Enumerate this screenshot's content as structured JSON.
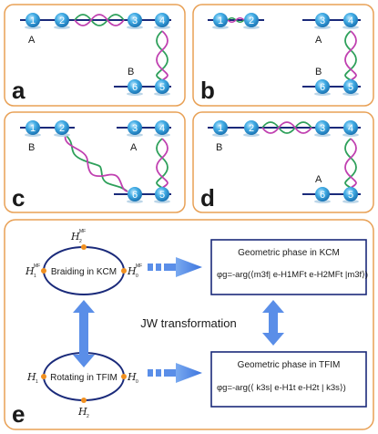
{
  "panels": [
    {
      "letter": "a",
      "nodes": [
        "1",
        "2",
        "3",
        "4",
        "5",
        "6"
      ],
      "labels": [
        "A",
        "B"
      ]
    },
    {
      "letter": "b",
      "nodes": [
        "1",
        "2",
        "3",
        "4",
        "5",
        "6"
      ],
      "labels": [
        "A",
        "B"
      ]
    },
    {
      "letter": "c",
      "nodes": [
        "1",
        "2",
        "3",
        "4",
        "5",
        "6"
      ],
      "labels": [
        "B",
        "A"
      ]
    },
    {
      "letter": "d",
      "nodes": [
        "1",
        "2",
        "3",
        "4",
        "5",
        "6"
      ],
      "labels": [
        "B",
        "A"
      ]
    }
  ],
  "panel_e": {
    "letter": "e",
    "braiding_label": "Braiding in KCM",
    "rotating_label": "Rotating in TFIM",
    "kcm_h1": "H",
    "kcm_h1_sub": "1",
    "kcm_h1_sup": "MF",
    "kcm_h2": "H",
    "kcm_h2_sub": "2",
    "kcm_h2_sup": "MF",
    "kcm_h0": "H",
    "kcm_h0_sub": "0",
    "kcm_h0_sup": "MF",
    "tfim_h1": "H",
    "tfim_h1_sub": "1",
    "tfim_h0": "H",
    "tfim_h0_sub": "0",
    "tfim_h2": "H",
    "tfim_h2_sub": "2",
    "jw_label": "JW transformation",
    "kcm_box_title": "Geometric phase in KCM",
    "kcm_formula": "φg=-arg(⟨m3f| e-H1MFt e-H2MFt |m3f⟩)",
    "tfim_box_title": "Geometric phase in TFIM",
    "tfim_formula": "φg=-arg(⟨ k3s| e-H1t e-H2t | k3s⟩)"
  },
  "colors": {
    "panel_border": "#e8a055",
    "node_blue": "#2a9ad8",
    "wire": "#1a2a7a",
    "strand_green": "#2ea05a",
    "strand_magenta": "#c040b0",
    "orange_dot": "#f09020",
    "ellipse": "#1a2a7a",
    "arrow_blue": "#5a8ee8"
  }
}
